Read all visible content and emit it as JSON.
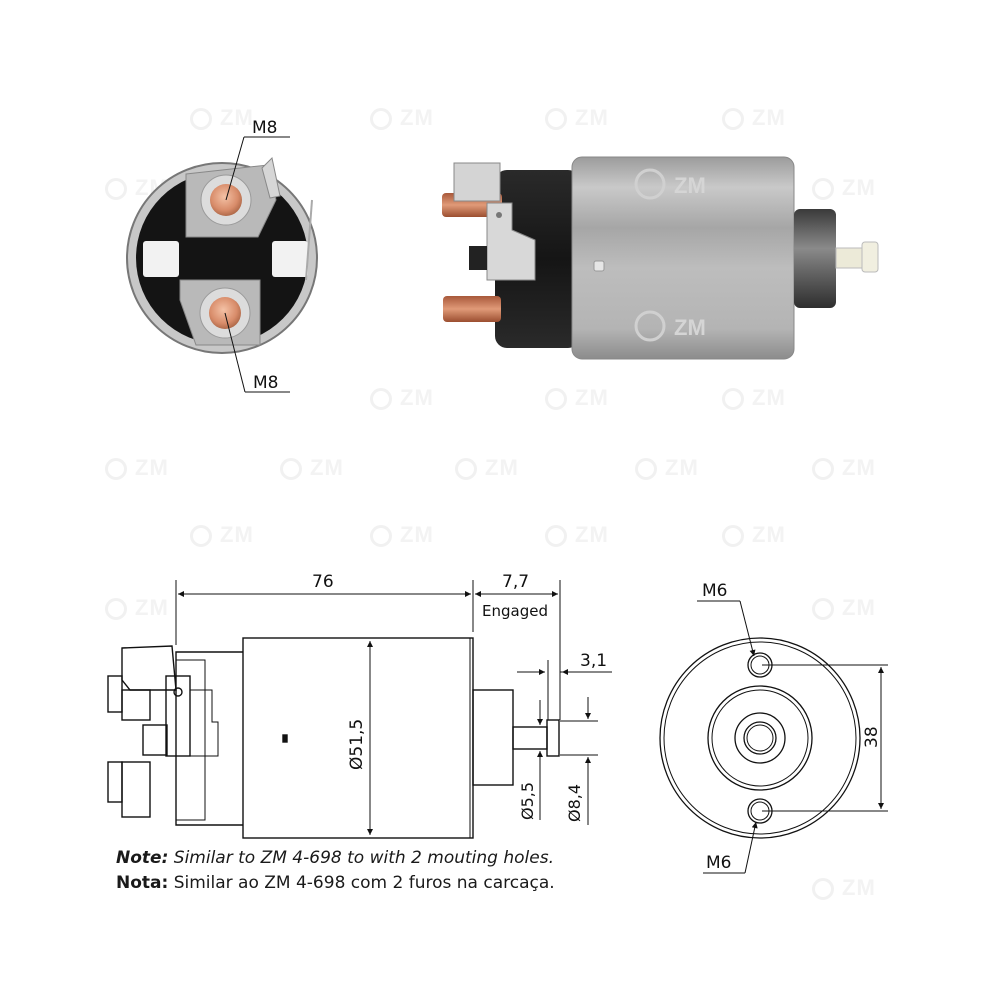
{
  "photos": {
    "front_view": {
      "terminal_top_label": "M8",
      "terminal_bottom_label": "M8"
    },
    "side_view": {
      "watermark": "ZM"
    }
  },
  "drawing": {
    "side": {
      "length_label": "76",
      "stroke_label": "7,7",
      "stroke_note": "Engaged",
      "plunger_head_label": "3,1",
      "body_diameter_label": "Ø51,5",
      "plunger_shaft_diameter_label": "Ø5,5",
      "plunger_head_diameter_label": "Ø8,4"
    },
    "end": {
      "hole_top_label": "M6",
      "hole_bottom_label": "M6",
      "hole_spacing_label": "38"
    }
  },
  "notes": {
    "en_prefix": "Note:",
    "en_text": " Similar to ZM 4-698 to with 2 mouting holes.",
    "pt_prefix": "Nota:",
    "pt_text": " Similar ao ZM 4-698 com 2 furos na carcaça."
  },
  "watermark": {
    "text": "ZM"
  },
  "colors": {
    "copper": "#c8734a",
    "steel": "#b5b5b5",
    "black_body": "#1b1b1b",
    "line": "#111111"
  }
}
